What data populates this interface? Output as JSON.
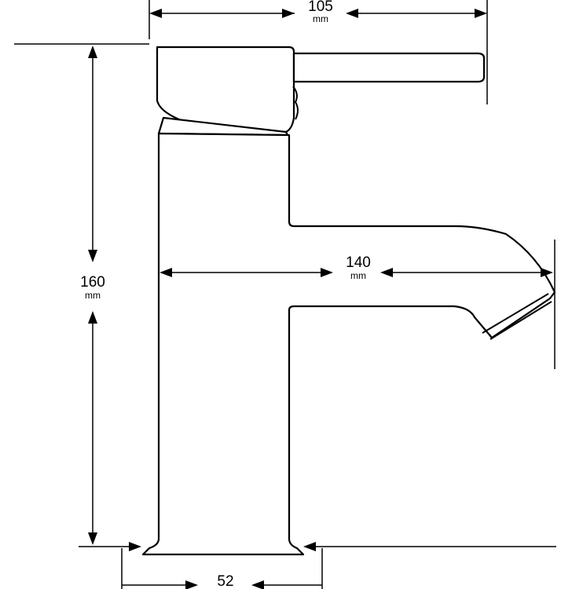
{
  "dimensions": {
    "handle_width": {
      "value": "105",
      "unit": "mm"
    },
    "height": {
      "value": "160",
      "unit": "mm"
    },
    "spout_reach": {
      "value": "140",
      "unit": "mm"
    },
    "base_width": {
      "value": "52"
    }
  },
  "colors": {
    "line": "#000000",
    "background": "#ffffff"
  }
}
